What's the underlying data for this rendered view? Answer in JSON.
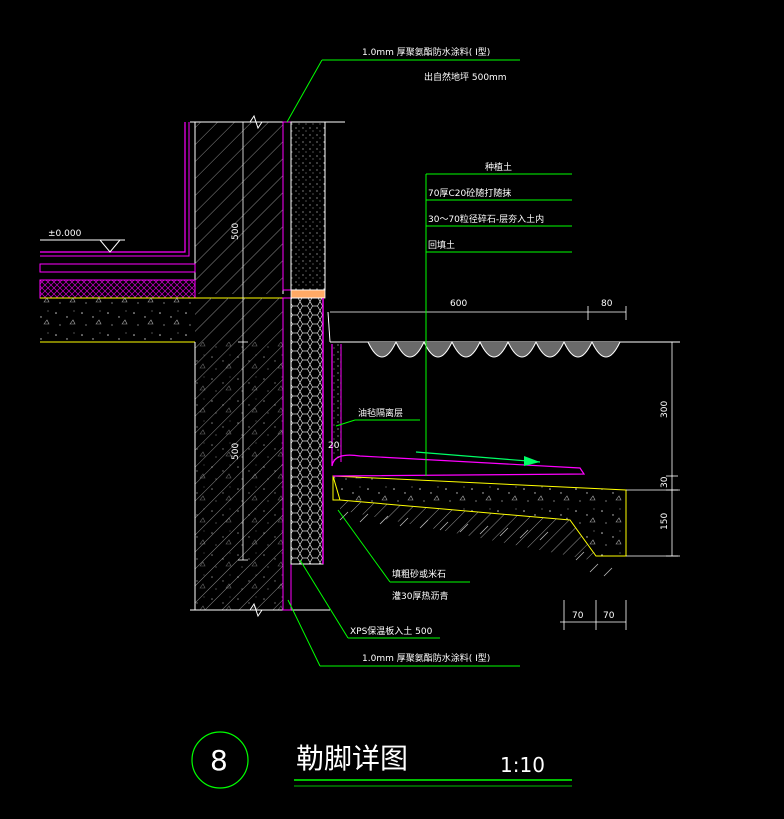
{
  "colors": {
    "background": "#000000",
    "leader": "#00ff00",
    "wall": "#ffffff",
    "concrete_outline": "#ffff00",
    "membrane": "#ff00ff",
    "hatch": "#9a9a9a",
    "dim": "#ffffff",
    "arrow": "#00ff66",
    "insulation": "#ffffff",
    "board": "#ffcc66"
  },
  "annotations": {
    "top_note_1": "1.0mm 厚聚氨酯防水涂料(    I型)",
    "top_note_2": "出自然地坪  500mm",
    "layer_1": "种植土",
    "layer_2": "70厚C20砼随打随抹",
    "layer_3": "30～70粒径碎石-层夯入土内",
    "layer_4": "回填土",
    "elevation": "±0.000",
    "felt_layer": "油毡隔离层",
    "joint_fill_1": "填粗砂或米石",
    "joint_fill_2": "灌30厚热沥青",
    "xps_note": "XPS保温板入土    500",
    "bottom_note": "1.0mm 厚聚氨酯防水涂料(    I型)"
  },
  "dimensions": {
    "d_500_upper": "500",
    "d_500_lower": "500",
    "d_600": "600",
    "d_80": "80",
    "d_300": "300",
    "d_30": "30",
    "d_150": "150",
    "d_20": "20",
    "d_70_left": "70",
    "d_70_right": "70"
  },
  "title_block": {
    "number": "8",
    "title": "勒脚详图",
    "scale": "1:10"
  }
}
